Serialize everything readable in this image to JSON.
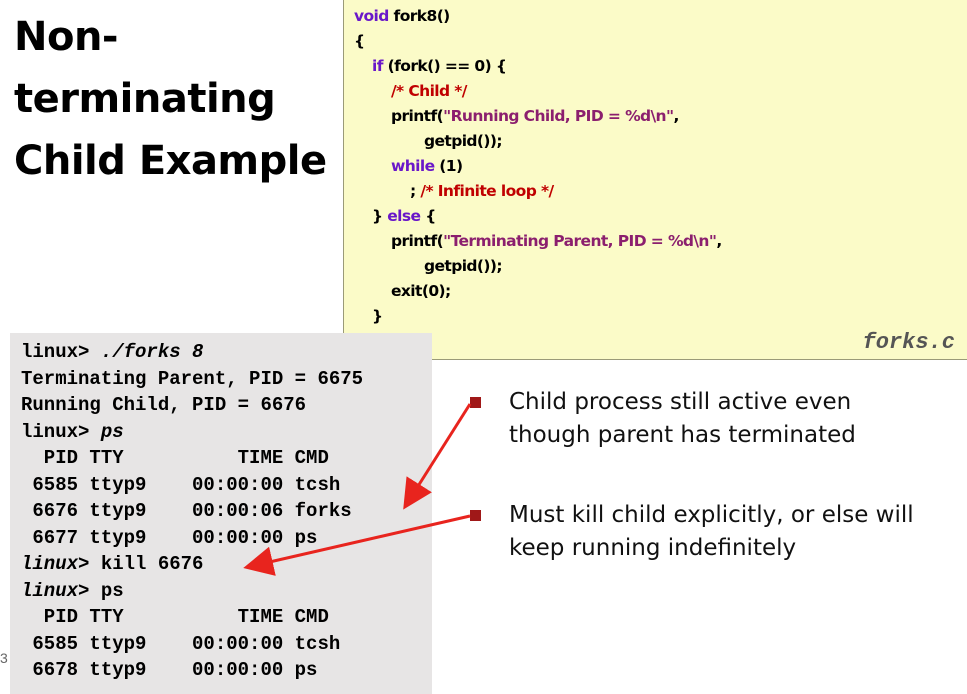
{
  "slide": {
    "title_lines": [
      "Non-",
      "terminating",
      "Child Example"
    ],
    "page_number": "3"
  },
  "code": {
    "file_label": "forks.c",
    "lines": {
      "l1_kw": "void",
      "l1_name": " fork8()",
      "l2": "{",
      "l3_kw": "if",
      "l3_rest": " (fork() == 0) {",
      "l4_cm": "/* Child */",
      "l5_fn": "printf(",
      "l5_str": "\"Running Child, PID = %d\\n\"",
      "l5_end": ",",
      "l6": "getpid());",
      "l7_kw": "while",
      "l7_rest": " (1)",
      "l8_semi": "; ",
      "l8_cm": "/* Infinite loop */",
      "l9_brace": "} ",
      "l9_kw": "else",
      "l9_rest": " {",
      "l10_fn": "printf(",
      "l10_str": "\"Terminating Parent, PID = %d\\n\"",
      "l10_end": ",",
      "l11": "getpid());",
      "l12": "exit(0);",
      "l13": "}",
      "l14": "}"
    }
  },
  "terminal": {
    "line1_prompt": "linux>",
    "line1_cmd": " ./forks 8",
    "line2": "Terminating Parent, PID = 6675",
    "line3": "Running Child, PID = 6676",
    "line4_prompt": "linux>",
    "line4_cmd": " ps",
    "line5": "  PID TTY          TIME CMD",
    "line6": " 6585 ttyp9    00:00:00 tcsh",
    "line7": " 6676 ttyp9    00:00:06 forks",
    "line8": " 6677 ttyp9    00:00:00 ps",
    "line9_prompt": "linux>",
    "line9_cmd": " kill 6676",
    "line10_prompt": "linux>",
    "line10_cmd": " ps",
    "line11": "  PID TTY          TIME CMD",
    "line12": " 6585 ttyp9    00:00:00 tcsh",
    "line13": " 6678 ttyp9    00:00:00 ps"
  },
  "bullets": [
    {
      "text": "Child process still active even though parent has terminated"
    },
    {
      "text": "Must kill child explicitly, or else will keep running indefinitely"
    }
  ],
  "colors": {
    "code_background": "#fbfbc8",
    "keyword": "#6a17c9",
    "comment": "#c00000",
    "string": "#8b1f6e",
    "terminal_background": "#e7e5e5",
    "arrow": "#e8241e",
    "bullet_marker": "#a01818"
  }
}
